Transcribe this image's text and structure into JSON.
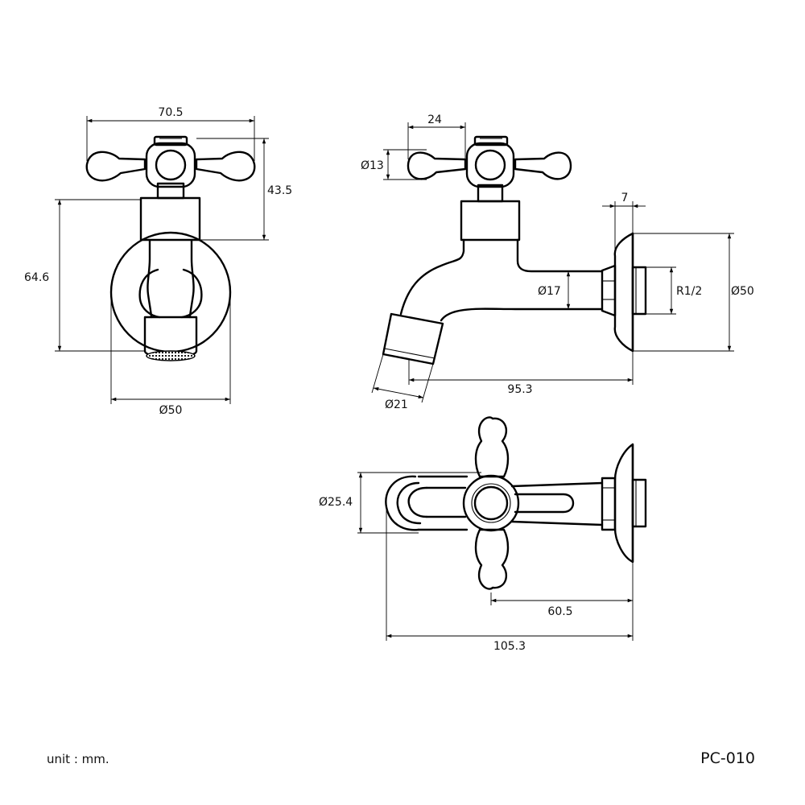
{
  "diagram": {
    "front_view": {
      "dim_width_top": "70.5",
      "dim_height_right": "43.5",
      "dim_height_left": "64.6",
      "dim_flange_diameter": "Ø50"
    },
    "side_view": {
      "dim_handle_span": "24",
      "dim_knob_diameter": "Ø13",
      "dim_flange_thickness": "7",
      "dim_body_diameter": "Ø17",
      "dim_thread": "R1/2",
      "dim_flange_diameter": "Ø50",
      "dim_spout_reach": "95.3",
      "dim_outlet_diameter": "Ø21"
    },
    "top_view": {
      "dim_diameter": "Ø25.4",
      "dim_handle_offset": "60.5",
      "dim_total_length": "105.3"
    }
  },
  "footer": {
    "unit_note": "unit : mm.",
    "model_code": "PC-010"
  }
}
